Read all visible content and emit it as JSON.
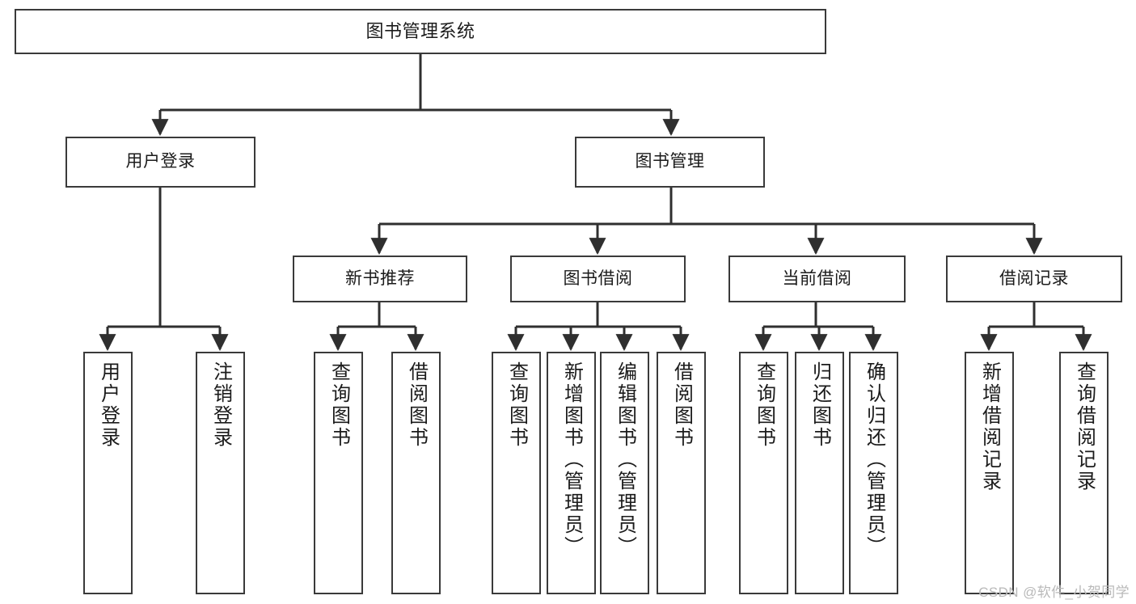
{
  "diagram": {
    "title": "图书管理系统",
    "type": "hierarchy-tree",
    "watermark": "CSDN @软件_小贺同学",
    "colors": {
      "background": "#ffffff",
      "box_border": "#3a3a3a",
      "box_fill": "#ffffff",
      "text": "#1b1b1b",
      "connector": "#2f2f2f",
      "watermark": "#b9b9b9"
    },
    "levels": {
      "root": {
        "label": "图书管理系统"
      },
      "level1": [
        {
          "id": "user-login",
          "label": "用户登录"
        },
        {
          "id": "book-management",
          "label": "图书管理"
        }
      ],
      "level2": [
        {
          "id": "new-book-recommend",
          "label": "新书推荐",
          "parent": "book-management"
        },
        {
          "id": "book-borrow",
          "label": "图书借阅",
          "parent": "book-management"
        },
        {
          "id": "current-borrow",
          "label": "当前借阅",
          "parent": "book-management"
        },
        {
          "id": "borrow-record",
          "label": "借阅记录",
          "parent": "book-management"
        }
      ],
      "leaves": [
        {
          "id": "leaf-user-login",
          "label": "用户登录",
          "parent": "user-login"
        },
        {
          "id": "leaf-logout",
          "label": "注销登录",
          "parent": "user-login"
        },
        {
          "id": "leaf-query-book-1",
          "label": "查询图书",
          "parent": "new-book-recommend"
        },
        {
          "id": "leaf-borrow-book-1",
          "label": "借阅图书",
          "parent": "new-book-recommend"
        },
        {
          "id": "leaf-query-book-2",
          "label": "查询图书",
          "parent": "book-borrow"
        },
        {
          "id": "leaf-add-book",
          "label": "新增图书（管理员）",
          "parent": "book-borrow"
        },
        {
          "id": "leaf-edit-book",
          "label": "编辑图书（管理员）",
          "parent": "book-borrow"
        },
        {
          "id": "leaf-borrow-book-2",
          "label": "借阅图书",
          "parent": "book-borrow"
        },
        {
          "id": "leaf-query-book-3",
          "label": "查询图书",
          "parent": "current-borrow"
        },
        {
          "id": "leaf-return-book",
          "label": "归还图书",
          "parent": "current-borrow"
        },
        {
          "id": "leaf-confirm-return",
          "label": "确认归还（管理员）",
          "parent": "current-borrow"
        },
        {
          "id": "leaf-add-record",
          "label": "新增借阅记录",
          "parent": "borrow-record"
        },
        {
          "id": "leaf-query-record",
          "label": "查询借阅记录",
          "parent": "borrow-record"
        }
      ]
    }
  }
}
